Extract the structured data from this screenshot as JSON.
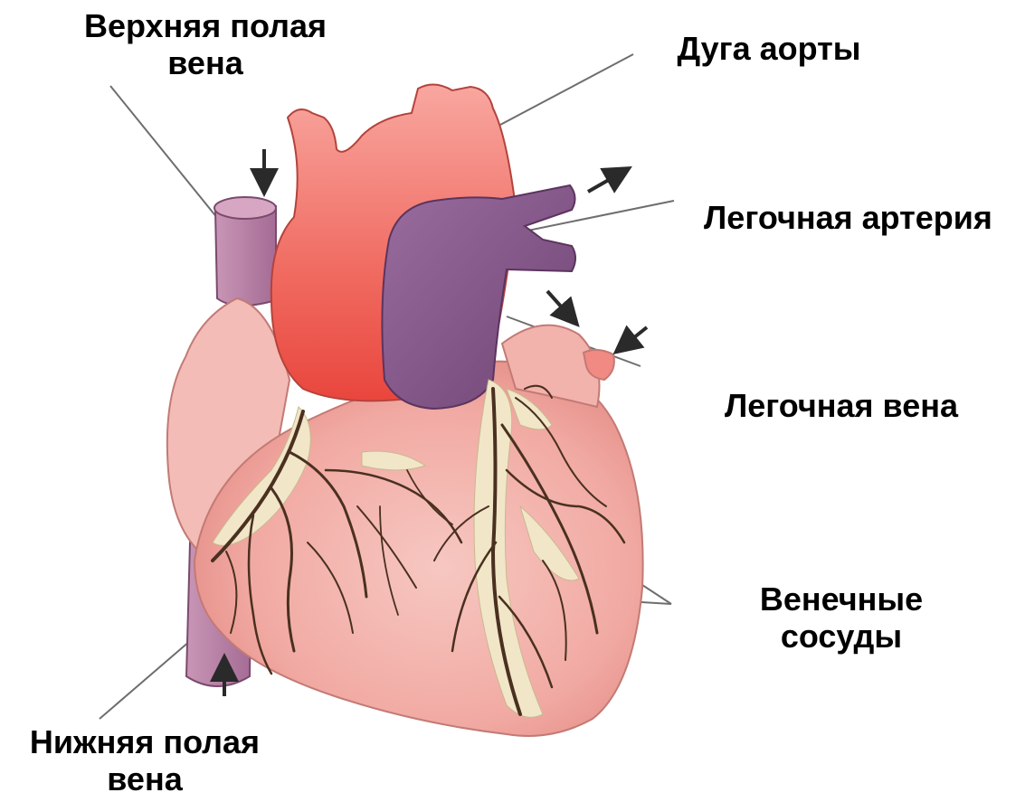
{
  "labels": {
    "superior_vena_cava": [
      "Верхняя полая",
      "вена"
    ],
    "aortic_arch": [
      "Дуга аорты"
    ],
    "pulmonary_artery": [
      "Легочная артерия"
    ],
    "pulmonary_vein": [
      "Легочная вена"
    ],
    "coronary_vessels": [
      "Венечные",
      "сосуды"
    ],
    "inferior_vena_cava": [
      "Нижняя полая",
      "вена"
    ]
  },
  "colors": {
    "heart_pink": "#f2b5b0",
    "aorta_red": "#ee5a52",
    "artery_purple": "#8a5a8e",
    "vena_cava_purple": "#b77fa6",
    "vessels_brown": "#4a3020",
    "fat_cream": "#f1e6c8",
    "leader_line": "#6e6e6e",
    "arrow": "#2a2a2a"
  },
  "icons": {
    "arrow": "arrow-icon"
  }
}
